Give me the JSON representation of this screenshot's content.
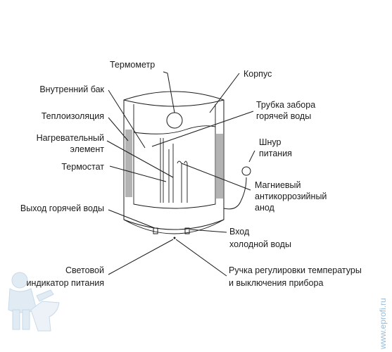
{
  "labels": {
    "thermometer": "Термометр",
    "body": "Корпус",
    "inner_tank": "Внутренний бак",
    "hot_tube_1": "Трубка забора",
    "hot_tube_2": "горячей воды",
    "insulation": "Теплоизоляция",
    "heater_1": "Нагревательный",
    "heater_2": "элемент",
    "cord_1": "Шнур",
    "cord_2": "питания",
    "thermostat": "Термостат",
    "anode_1": "Магниевый",
    "anode_2": "антикоррозийный",
    "anode_3": "анод",
    "hot_out": "Выход горячей воды",
    "cold_in_1": "Вход",
    "cold_in_2": "холодной воды",
    "indicator_1": "Световой",
    "indicator_2": "индикатор питания",
    "handle_1": "Ручка регулировки температуры",
    "handle_2": "и выключения прибора"
  },
  "watermark": {
    "site": "www.eprofi.ru",
    "mascot_icon": "plumber-mascot-icon"
  },
  "colors": {
    "line": "#1a1a1a",
    "insulation": "#b3b3b3",
    "watermark": "#9bbcd8"
  }
}
